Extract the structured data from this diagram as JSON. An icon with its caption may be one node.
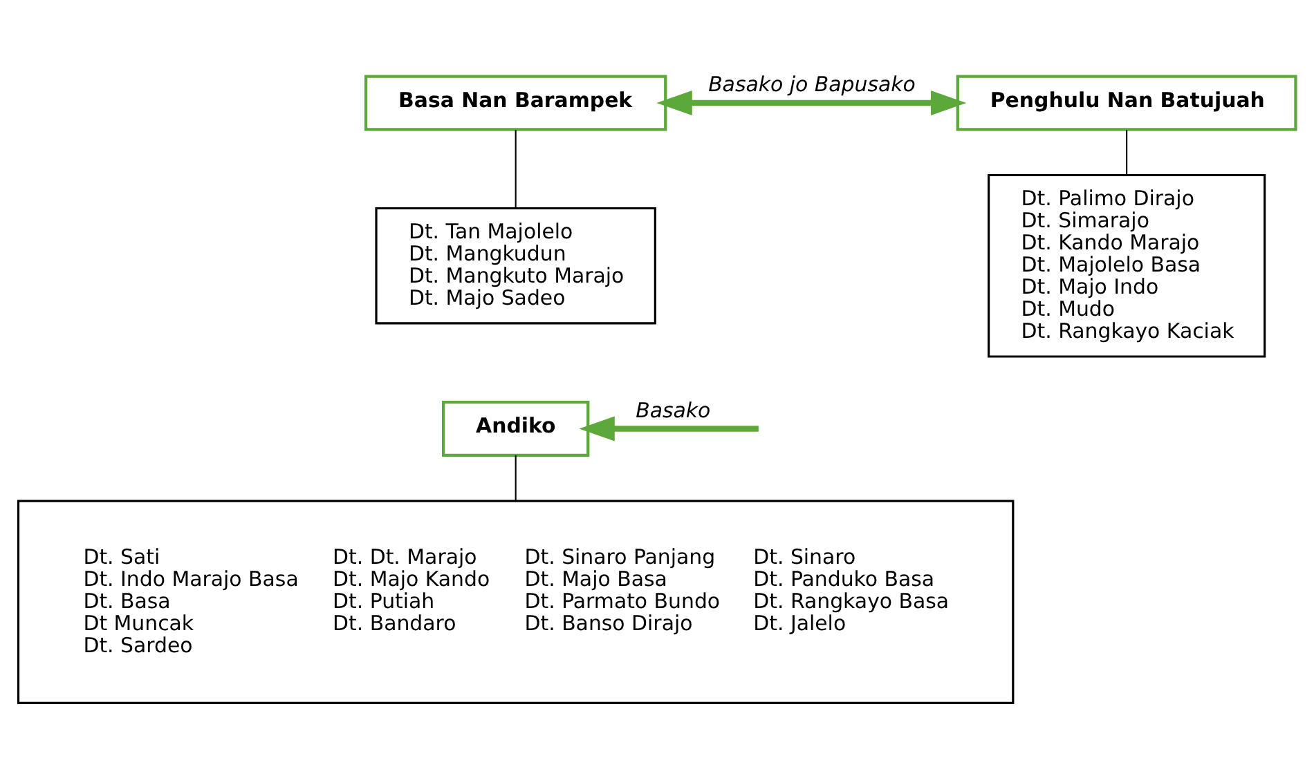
{
  "diagram": {
    "nodes": [
      {
        "text": [
          "Basa Nan Barampek"
        ]
      },
      {
        "text": [
          "Penghulu Nan Batujuah"
        ]
      },
      {
        "text": [
          "Dt. Tan Majolelo",
          "Dt. Mangkudun",
          "Dt. Mangkuto Marajo",
          "Dt. Majo Sadeo"
        ]
      },
      {
        "text": [
          "Dt. Palimo Dirajo",
          "Dt. Simarajo",
          "Dt. Kando Marajo",
          "Dt. Majolelo Basa",
          "Dt. Majo Indo",
          "Dt. Mudo",
          "Dt. Rangkayo Kaciak"
        ]
      },
      {
        "text": [
          "Andiko"
        ]
      },
      {
        "text": [
          "Dt. Sati",
          "Dt. Indo Marajo Basa",
          "Dt. Basa",
          "Dt Muncak",
          "Dt. Sardeo",
          "Dt. Dt. Marajo",
          "Dt. Majo Kando",
          "Dt. Putiah",
          "Dt. Bandaro",
          "Dt. Sinaro Panjang",
          "Dt. Majo Basa",
          "Dt. Parmato Bundo",
          "Dt. Banso Dirajo",
          "Dt. Sinaro",
          "Dt. Panduko Basa",
          "Dt. Rangkayo Basa",
          "Dt. Jalelo"
        ]
      }
    ],
    "edges": [
      {
        "from": 0,
        "to": 1,
        "arrow": "both",
        "label": "Basako jo Bapusako",
        "style": "thick",
        "color": "#5da83a"
      },
      {
        "from": 0,
        "to": 2,
        "arrow": "none"
      },
      {
        "from": 1,
        "to": 3,
        "arrow": "none"
      },
      {
        "from": null,
        "to": 4,
        "arrow": "to",
        "label": "Basako",
        "style": "thick",
        "color": "#5da83a"
      },
      {
        "from": 4,
        "to": 5,
        "arrow": "none"
      }
    ]
  }
}
